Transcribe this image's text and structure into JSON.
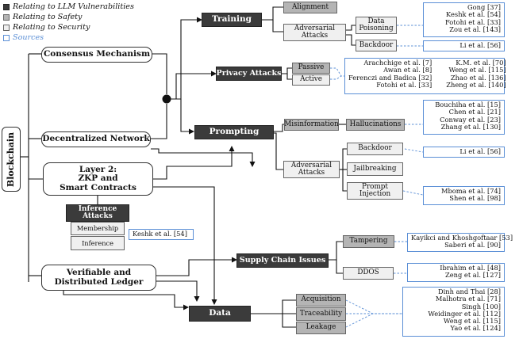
{
  "legend": {
    "items": [
      {
        "label": "Relating to LLM Vulnerabilities",
        "color": "#3b3b3b"
      },
      {
        "label": "Relating to Safety",
        "color": "#b4b4b4"
      },
      {
        "label": "Relating to Security",
        "color": "#f0f0f0"
      },
      {
        "label": "Sources",
        "color": "#5b8fd6"
      }
    ]
  },
  "root": "Blockchain",
  "blockchain_features": {
    "consensus": "Consensus Mechanism",
    "decentralized": "Decentralized Network",
    "layer2": [
      "Layer 2:",
      "ZKP and",
      "Smart Contracts"
    ],
    "ledger": [
      "Verifiable and",
      "Distributed Ledger"
    ]
  },
  "inference": {
    "title": [
      "Inference",
      "Attacks"
    ],
    "membership": "Membership",
    "inference": "Inference",
    "sources": [
      "Keshk et al. [54]"
    ]
  },
  "vulnerabilities": {
    "training": "Training",
    "privacy": "Privacy Attacks",
    "prompting": "Prompting",
    "supply_chain": "Supply Chain Issues",
    "data": "Data"
  },
  "training": {
    "alignment": "Alignment",
    "adversarial": [
      "Adversarial",
      "Attacks"
    ],
    "data_poisoning": [
      "Data",
      "Poisoning"
    ],
    "backdoor": "Backdoor",
    "poisoning_sources": [
      "Gong [37]",
      "Keshk et al. [54]",
      "Fotohi et al. [33]",
      "Zou et al. [143]"
    ],
    "backdoor_sources": [
      "Li et al. [56]"
    ]
  },
  "privacy": {
    "passive": "Passive",
    "active": "Active",
    "sources_left": [
      "Arachchige et al. [7]",
      "Awan et al. [8]",
      "Ferenczi and Badica [32]",
      "Fotohi et al. [33]"
    ],
    "sources_right": [
      "K.M. et al. [70]",
      "Weng et al. [115]",
      "Zhao et al. [136]",
      "Zheng et al. [140]"
    ]
  },
  "prompting": {
    "misinformation": "Misinformation",
    "hallucinations": "Hallucinations",
    "adversarial": [
      "Adversarial",
      "Attacks"
    ],
    "backdoor": "Backdoor",
    "jailbreaking": "Jailbreaking",
    "injection": [
      "Prompt",
      "Injection"
    ],
    "hallucination_sources": [
      "Bouchiha et al. [15]",
      "Chen et al. [21]",
      "Conway et al. [23]",
      "Zhang et al. [130]"
    ],
    "backdoor_sources": [
      "Li et al. [56]"
    ],
    "injection_sources": [
      "Mboma et al. [74]",
      "Shen et al. [98]"
    ]
  },
  "supply": {
    "tampering": "Tampering",
    "ddos": "DDOS",
    "tampering_sources": [
      "Kayikci and Khoshgoftaar [53]",
      "Saberi et al. [90]"
    ],
    "ddos_sources": [
      "Ibrahim et al. [48]",
      "Zeng et al. [127]"
    ]
  },
  "data": {
    "acquisition": "Acquisition",
    "traceability": "Traceability",
    "leakage": "Leakage",
    "sources": [
      "Dinh and Thai [28]",
      "Malhotra et al. [71]",
      "Singh [100]",
      "Weidinger et al. [112]",
      "Weng et al. [115]",
      "Yao et al. [124]"
    ]
  }
}
